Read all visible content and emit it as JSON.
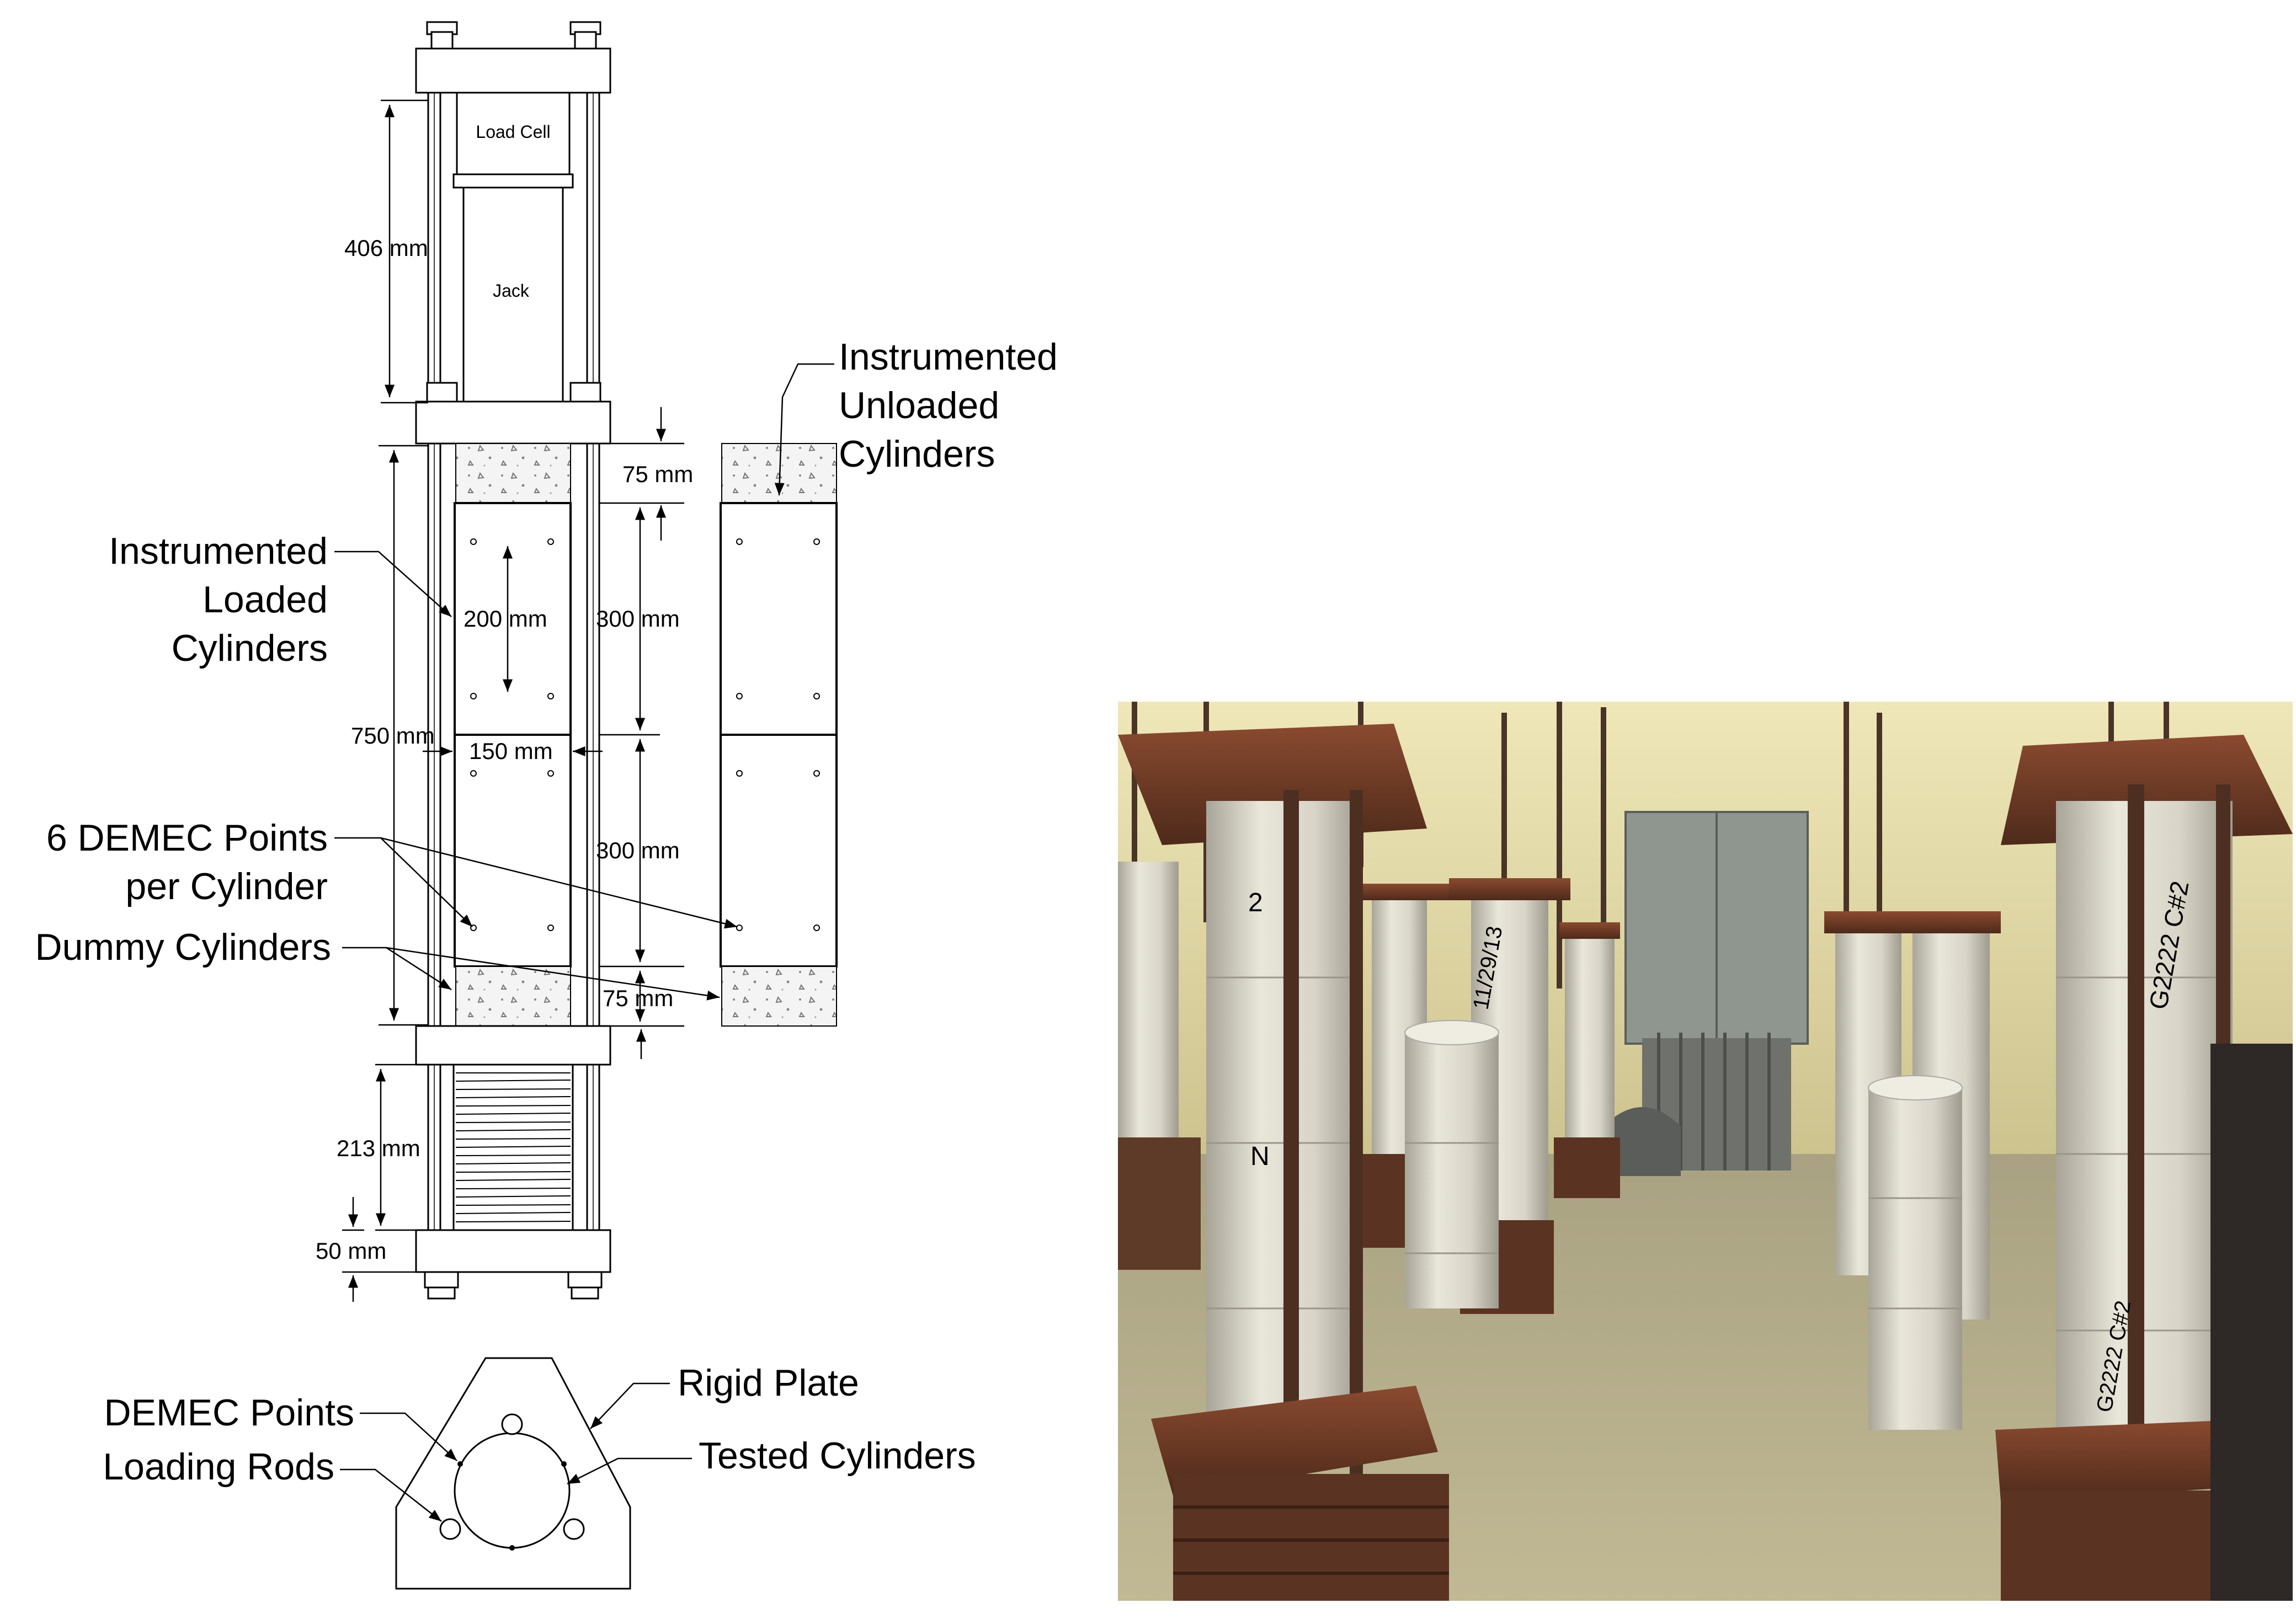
{
  "frame": {
    "load_cell": "Load Cell",
    "jack": "Jack"
  },
  "dimensions": {
    "d406": "406 mm",
    "d75_top": "75 mm",
    "d200": "200 mm",
    "d300_upper": "300 mm",
    "d750": "750 mm",
    "d150": "150 mm",
    "d300_lower": "300 mm",
    "d75_bottom": "75 mm",
    "d213": "213 mm",
    "d50": "50 mm"
  },
  "callouts": {
    "instrumented_unloaded": [
      "Instrumented",
      "Unloaded",
      "Cylinders"
    ],
    "instrumented_loaded": [
      "Instrumented",
      "Loaded",
      "Cylinders"
    ],
    "demec_per_cylinder": [
      "6 DEMEC Points",
      "per Cylinder"
    ],
    "dummy": "Dummy Cylinders"
  },
  "plan_view": {
    "demec_points": "DEMEC Points",
    "loading_rods": "Loading Rods",
    "rigid_plate": "Rigid Plate",
    "tested_cylinders": "Tested Cylinders"
  },
  "photo": {
    "handwriting": [
      "2",
      "N",
      "11/29/13",
      "G2222 C#2",
      "G2222 C#2"
    ]
  },
  "colors": {
    "ink": "#000000",
    "cylinder": "#d6d3c6",
    "rust": "#6e3a24",
    "floor": "#b0a98a",
    "wall": "#dcd3a4"
  }
}
